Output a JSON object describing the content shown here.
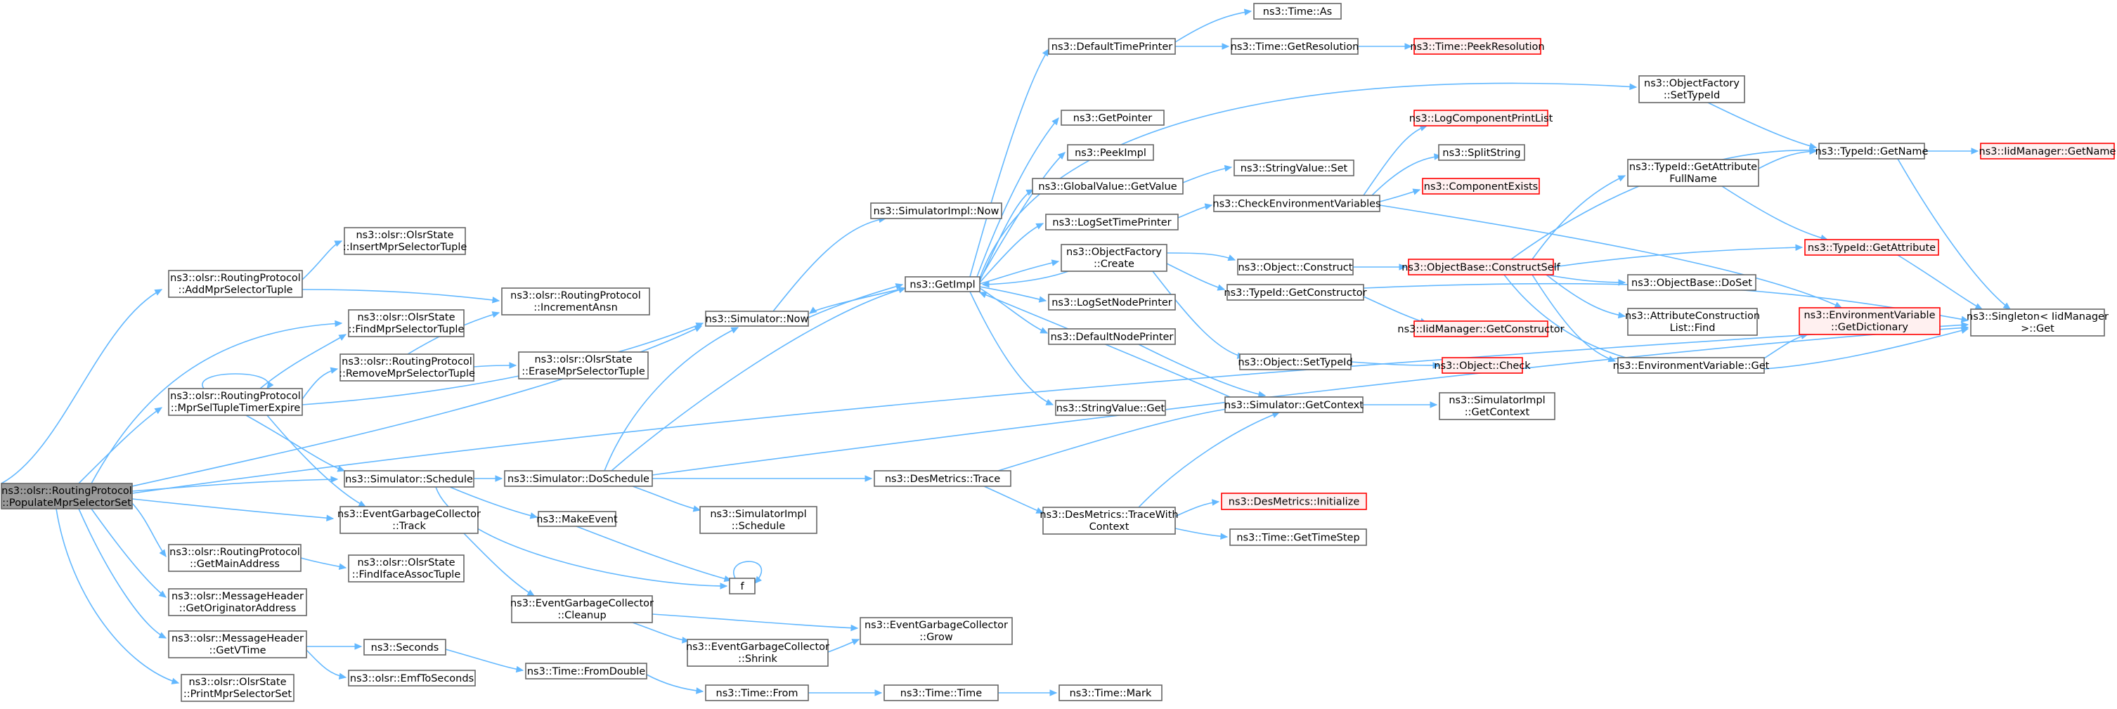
{
  "colors": {
    "edge": "#63b8ff",
    "root_fill": "#999999",
    "node_border": "#666666",
    "missing_border": "#ff0000",
    "missing_fill": "#fff0f0"
  },
  "nodes": [
    {
      "id": "root",
      "lines": [
        "ns3::olsr::RoutingProtocol",
        "::PopulateMprSelectorSet"
      ],
      "style": "root"
    },
    {
      "id": "addMpr",
      "lines": [
        "ns3::olsr::RoutingProtocol",
        "::AddMprSelectorTuple"
      ]
    },
    {
      "id": "insertMpr",
      "lines": [
        "ns3::olsr::OlsrState",
        "::InsertMprSelectorTuple"
      ]
    },
    {
      "id": "findMpr",
      "lines": [
        "ns3::olsr::OlsrState",
        "::FindMprSelectorTuple"
      ]
    },
    {
      "id": "incAnsn",
      "lines": [
        "ns3::olsr::RoutingProtocol",
        "::IncrementAnsn"
      ]
    },
    {
      "id": "mprSelExp",
      "lines": [
        "ns3::olsr::RoutingProtocol",
        "::MprSelTupleTimerExpire"
      ]
    },
    {
      "id": "removeMpr",
      "lines": [
        "ns3::olsr::RoutingProtocol",
        "::RemoveMprSelectorTuple"
      ]
    },
    {
      "id": "eraseMpr",
      "lines": [
        "ns3::olsr::OlsrState",
        "::EraseMprSelectorTuple"
      ]
    },
    {
      "id": "simNow",
      "lines": [
        "ns3::Simulator::Now"
      ]
    },
    {
      "id": "simImplNow",
      "lines": [
        "ns3::SimulatorImpl::Now"
      ]
    },
    {
      "id": "getImpl",
      "lines": [
        "ns3::GetImpl"
      ]
    },
    {
      "id": "simSchedule",
      "lines": [
        "ns3::Simulator::Schedule"
      ]
    },
    {
      "id": "simDoSchedule",
      "lines": [
        "ns3::Simulator::DoSchedule"
      ]
    },
    {
      "id": "egcTrack",
      "lines": [
        "ns3::EventGarbageCollector",
        "::Track"
      ]
    },
    {
      "id": "makeEvent",
      "lines": [
        "ns3::MakeEvent"
      ]
    },
    {
      "id": "simImplSchedule",
      "lines": [
        "ns3::SimulatorImpl",
        "::Schedule"
      ]
    },
    {
      "id": "f",
      "lines": [
        "f"
      ]
    },
    {
      "id": "getMainAddr",
      "lines": [
        "ns3::olsr::RoutingProtocol",
        "::GetMainAddress"
      ]
    },
    {
      "id": "findIface",
      "lines": [
        "ns3::olsr::OlsrState",
        "::FindIfaceAssocTuple"
      ]
    },
    {
      "id": "getOrigAddr",
      "lines": [
        "ns3::olsr::MessageHeader",
        "::GetOriginatorAddress"
      ]
    },
    {
      "id": "getVTime",
      "lines": [
        "ns3::olsr::MessageHeader",
        "::GetVTime"
      ]
    },
    {
      "id": "seconds",
      "lines": [
        "ns3::Seconds"
      ]
    },
    {
      "id": "emfToSec",
      "lines": [
        "ns3::olsr::EmfToSeconds"
      ]
    },
    {
      "id": "printMpr",
      "lines": [
        "ns3::olsr::OlsrState",
        "::PrintMprSelectorSet"
      ]
    },
    {
      "id": "egcCleanup",
      "lines": [
        "ns3::EventGarbageCollector",
        "::Cleanup"
      ]
    },
    {
      "id": "egcShrink",
      "lines": [
        "ns3::EventGarbageCollector",
        "::Shrink"
      ]
    },
    {
      "id": "egcGrow",
      "lines": [
        "ns3::EventGarbageCollector",
        "::Grow"
      ]
    },
    {
      "id": "timeFromDouble",
      "lines": [
        "ns3::Time::FromDouble"
      ]
    },
    {
      "id": "timeFrom",
      "lines": [
        "ns3::Time::From"
      ]
    },
    {
      "id": "timeTime",
      "lines": [
        "ns3::Time::Time"
      ]
    },
    {
      "id": "timeMark",
      "lines": [
        "ns3::Time::Mark"
      ]
    },
    {
      "id": "desTrace",
      "lines": [
        "ns3::DesMetrics::Trace"
      ]
    },
    {
      "id": "desTraceWith",
      "lines": [
        "ns3::DesMetrics::TraceWith",
        "Context"
      ]
    },
    {
      "id": "desInit",
      "lines": [
        "ns3::DesMetrics::Initialize"
      ],
      "style": "red"
    },
    {
      "id": "timeGetStep",
      "lines": [
        "ns3::Time::GetTimeStep"
      ]
    },
    {
      "id": "defTimePrinter",
      "lines": [
        "ns3::DefaultTimePrinter"
      ]
    },
    {
      "id": "timeAs",
      "lines": [
        "ns3::Time::As"
      ]
    },
    {
      "id": "timeGetRes",
      "lines": [
        "ns3::Time::GetResolution"
      ]
    },
    {
      "id": "timePeekRes",
      "lines": [
        "ns3::Time::PeekResolution"
      ],
      "style": "red"
    },
    {
      "id": "getPointer",
      "lines": [
        "ns3::GetPointer"
      ]
    },
    {
      "id": "peekImpl",
      "lines": [
        "ns3::PeekImpl"
      ]
    },
    {
      "id": "gvGetValue",
      "lines": [
        "ns3::GlobalValue::GetValue"
      ]
    },
    {
      "id": "logSetTime",
      "lines": [
        "ns3::LogSetTimePrinter"
      ]
    },
    {
      "id": "ofCreate",
      "lines": [
        "ns3::ObjectFactory",
        "::Create"
      ]
    },
    {
      "id": "logSetNode",
      "lines": [
        "ns3::LogSetNodePrinter"
      ]
    },
    {
      "id": "defNodePrinter",
      "lines": [
        "ns3::DefaultNodePrinter"
      ]
    },
    {
      "id": "svGet",
      "lines": [
        "ns3::StringValue::Get"
      ]
    },
    {
      "id": "svSet",
      "lines": [
        "ns3::StringValue::Set"
      ]
    },
    {
      "id": "checkEnv",
      "lines": [
        "ns3::CheckEnvironmentVariables"
      ]
    },
    {
      "id": "logCompPrint",
      "lines": [
        "ns3::LogComponentPrintList"
      ],
      "style": "red"
    },
    {
      "id": "splitString",
      "lines": [
        "ns3::SplitString"
      ]
    },
    {
      "id": "compExists",
      "lines": [
        "ns3::ComponentExists"
      ],
      "style": "red"
    },
    {
      "id": "objConstruct",
      "lines": [
        "ns3::Object::Construct"
      ]
    },
    {
      "id": "obConstructSelf",
      "lines": [
        "ns3::ObjectBase::ConstructSelf"
      ],
      "style": "red"
    },
    {
      "id": "tidGetCtor",
      "lines": [
        "ns3::TypeId::GetConstructor"
      ]
    },
    {
      "id": "iidGetCtor",
      "lines": [
        "ns3::IidManager::GetConstructor"
      ],
      "style": "red"
    },
    {
      "id": "objSetTypeId",
      "lines": [
        "ns3::Object::SetTypeId"
      ]
    },
    {
      "id": "objCheck",
      "lines": [
        "ns3::Object::Check"
      ],
      "style": "red"
    },
    {
      "id": "simGetCtx",
      "lines": [
        "ns3::Simulator::GetContext"
      ]
    },
    {
      "id": "simImplGetCtx",
      "lines": [
        "ns3::SimulatorImpl",
        "::GetContext"
      ]
    },
    {
      "id": "ofSetTypeId",
      "lines": [
        "ns3::ObjectFactory",
        "::SetTypeId"
      ]
    },
    {
      "id": "tidGetAttrFull",
      "lines": [
        "ns3::TypeId::GetAttribute",
        "FullName"
      ]
    },
    {
      "id": "obDoSet",
      "lines": [
        "ns3::ObjectBase::DoSet"
      ]
    },
    {
      "id": "acListFind",
      "lines": [
        "ns3::AttributeConstruction",
        "List::Find"
      ]
    },
    {
      "id": "envGet",
      "lines": [
        "ns3::EnvironmentVariable::Get"
      ]
    },
    {
      "id": "tidGetName",
      "lines": [
        "ns3::TypeId::GetName"
      ]
    },
    {
      "id": "tidGetAttr",
      "lines": [
        "ns3::TypeId::GetAttribute"
      ],
      "style": "red"
    },
    {
      "id": "envGetDict",
      "lines": [
        "ns3::EnvironmentVariable",
        "::GetDictionary"
      ],
      "style": "red"
    },
    {
      "id": "iidGetName",
      "lines": [
        "ns3::IidManager::GetName"
      ],
      "style": "red"
    },
    {
      "id": "singletonGet",
      "lines": [
        "ns3::Singleton< IidManager",
        " >::Get"
      ]
    }
  ]
}
